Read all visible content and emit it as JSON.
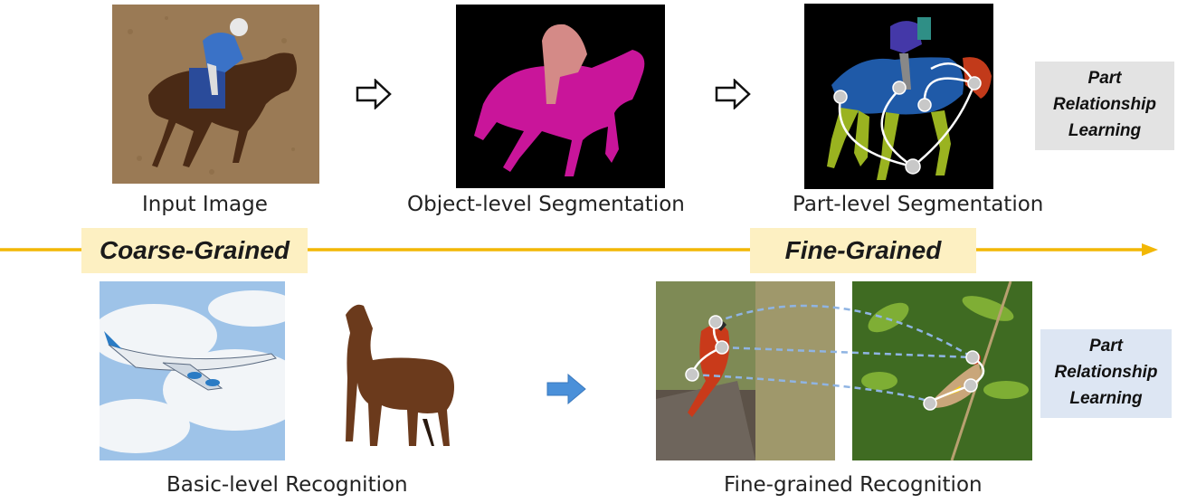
{
  "captions": {
    "input_image": "Input Image",
    "object_seg": "Object-level Segmentation",
    "part_seg": "Part-level Segmentation",
    "basic_recognition": "Basic-level Recognition",
    "fine_recognition": "Fine-grained Recognition"
  },
  "axis": {
    "coarse_label": "Coarse-Grained",
    "fine_label": "Fine-Grained"
  },
  "part_relationship": {
    "top": [
      "Part",
      "Relationship",
      "Learning"
    ],
    "bottom": [
      "Part",
      "Relationship",
      "Learning"
    ]
  },
  "colors": {
    "axis": "#f2b705",
    "label_bg": "#fdf0c2",
    "part_box_top": "#e3e3e3",
    "part_box_bottom": "#dde6f3",
    "magenta_mask": "#c9159a",
    "rider_mask": "#d48a87",
    "blue_arrow": "#4a90d9"
  }
}
